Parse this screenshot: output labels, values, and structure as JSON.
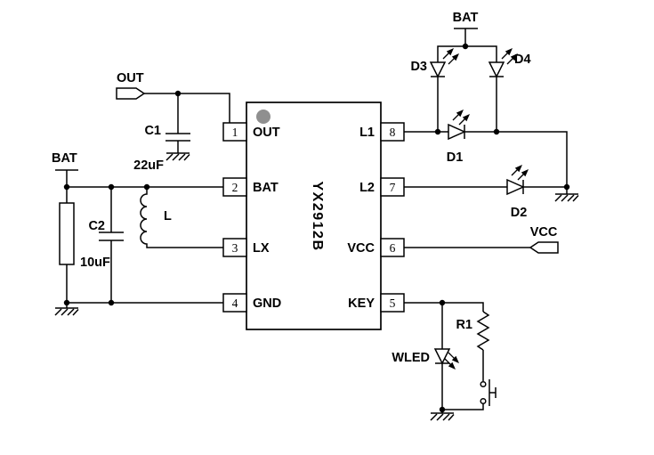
{
  "colors": {
    "background": "#ffffff",
    "line": "#000000",
    "pin1_marker": "#8f8f8f"
  },
  "chip": {
    "name": "YX2912B",
    "left_pins": [
      {
        "number": "1",
        "name": "OUT"
      },
      {
        "number": "2",
        "name": "BAT"
      },
      {
        "number": "3",
        "name": "LX"
      },
      {
        "number": "4",
        "name": "GND"
      }
    ],
    "right_pins": [
      {
        "number": "8",
        "name": "L1"
      },
      {
        "number": "7",
        "name": "L2"
      },
      {
        "number": "6",
        "name": "VCC"
      },
      {
        "number": "5",
        "name": "KEY"
      }
    ]
  },
  "nets": {
    "out_label": "OUT",
    "bat_left_label": "BAT",
    "bat_top_label": "BAT",
    "vcc_label": "VCC"
  },
  "components": {
    "c1": {
      "ref": "C1",
      "value": "22uF"
    },
    "c2": {
      "ref": "C2",
      "value": "10uF"
    },
    "l": {
      "ref": "L"
    },
    "r1": {
      "ref": "R1"
    },
    "wled": {
      "ref": "WLED"
    },
    "d1": {
      "ref": "D1"
    },
    "d2": {
      "ref": "D2"
    },
    "d3": {
      "ref": "D3"
    },
    "d4": {
      "ref": "D4"
    }
  }
}
